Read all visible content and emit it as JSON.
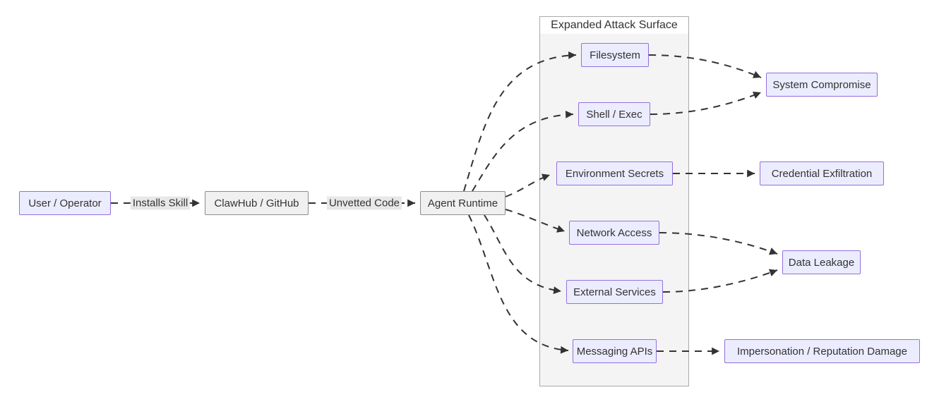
{
  "diagram": {
    "type": "flowchart",
    "subgraph": {
      "title": "Expanded Attack Surface"
    },
    "nodes": {
      "user": {
        "label": "User / Operator"
      },
      "clawhub": {
        "label": "ClawHub / GitHub"
      },
      "agent": {
        "label": "Agent Runtime"
      },
      "filesystem": {
        "label": "Filesystem"
      },
      "shell": {
        "label": "Shell / Exec"
      },
      "env_secrets": {
        "label": "Environment Secrets"
      },
      "network": {
        "label": "Network Access"
      },
      "external_services": {
        "label": "External Services"
      },
      "messaging": {
        "label": "Messaging APIs"
      },
      "system_compromise": {
        "label": "System Compromise"
      },
      "credential_exfiltration": {
        "label": "Credential Exfiltration"
      },
      "data_leakage": {
        "label": "Data Leakage"
      },
      "impersonation": {
        "label": "Impersonation / Reputation Damage"
      }
    },
    "edge_labels": {
      "installs_skill": "Installs Skill",
      "unvetted_code": "Unvetted Code"
    },
    "edges": [
      {
        "from": "user",
        "to": "clawhub",
        "label": "Installs Skill"
      },
      {
        "from": "clawhub",
        "to": "agent",
        "label": "Unvetted Code"
      },
      {
        "from": "agent",
        "to": "filesystem"
      },
      {
        "from": "agent",
        "to": "shell"
      },
      {
        "from": "agent",
        "to": "env_secrets"
      },
      {
        "from": "agent",
        "to": "network"
      },
      {
        "from": "agent",
        "to": "external_services"
      },
      {
        "from": "agent",
        "to": "messaging"
      },
      {
        "from": "filesystem",
        "to": "system_compromise"
      },
      {
        "from": "shell",
        "to": "system_compromise"
      },
      {
        "from": "env_secrets",
        "to": "credential_exfiltration"
      },
      {
        "from": "network",
        "to": "data_leakage"
      },
      {
        "from": "external_services",
        "to": "data_leakage"
      },
      {
        "from": "messaging",
        "to": "impersonation"
      }
    ],
    "colors": {
      "node_fill": "#ECECFF",
      "node_border": "#9370DB",
      "alt_fill": "#f0f0f0",
      "alt_border": "#8c8c8c",
      "subgraph_fill": "#f4f4f5",
      "subgraph_border": "#aaaaaa",
      "subgraph_title_bg": "#ffffff",
      "edge_color": "#333333",
      "label_bg": "#e8e8e8",
      "text_color": "#333333"
    }
  }
}
